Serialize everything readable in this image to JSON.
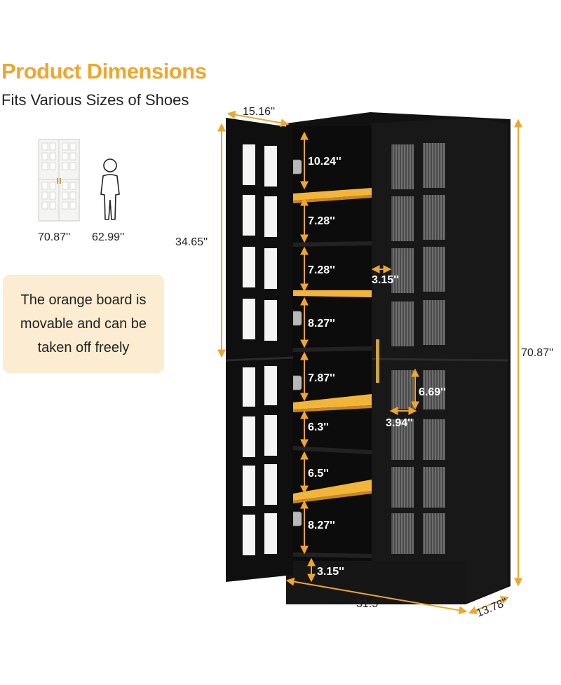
{
  "header": {
    "title": "Product Dimensions",
    "subtitle": "Fits Various Sizes of Shoes"
  },
  "comparison": {
    "cabinet_height": "70.87''",
    "person_height": "62.99''"
  },
  "note": {
    "text": "The orange board is movable and can be taken off freely"
  },
  "dimensions": {
    "door_depth": "15.16''",
    "upper_section_height": "34.65''",
    "total_height": "70.87''",
    "width": "31.5''",
    "depth": "13.78''",
    "shelf_gaps": [
      "10.24''",
      "7.28''",
      "7.28''",
      "8.27''",
      "7.87''",
      "6.3''",
      "6.5''",
      "8.27''",
      "3.15''"
    ],
    "frame_gap": "3.15''",
    "glass_pane_height": "6.69''",
    "glass_pane_width": "3.94''"
  },
  "colors": {
    "accent": "#f0a62c",
    "cabinet": "#141414",
    "shelf_board": "#f2b53a",
    "note_bg": "#fcecd2"
  }
}
